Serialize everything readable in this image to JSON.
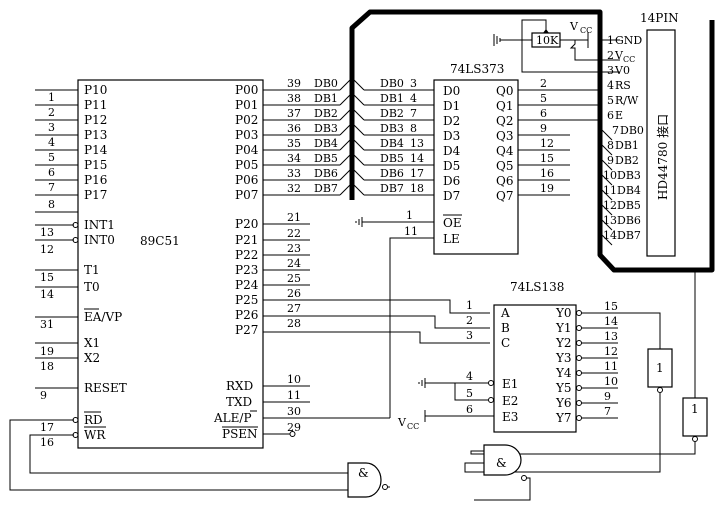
{
  "mcu": {
    "name": "89C51",
    "left_pins": [
      {
        "label": "P10",
        "num": ""
      },
      {
        "label": "P11",
        "num": "1"
      },
      {
        "label": "P12",
        "num": "2"
      },
      {
        "label": "P13",
        "num": "3"
      },
      {
        "label": "P14",
        "num": "4"
      },
      {
        "label": "P15",
        "num": "5"
      },
      {
        "label": "P16",
        "num": "6"
      },
      {
        "label": "P17",
        "num": "7"
      },
      {
        "label": "INT1",
        "num": "13"
      },
      {
        "label": "INT0",
        "num": "12"
      },
      {
        "label": "T1",
        "num": "15"
      },
      {
        "label": "T0",
        "num": "14"
      },
      {
        "label": "EA/VP",
        "num": "31"
      },
      {
        "label": "X1",
        "num": "19"
      },
      {
        "label": "X2",
        "num": "18"
      },
      {
        "label": "RESET",
        "num": "9"
      },
      {
        "label": "RD",
        "num": "17"
      },
      {
        "label": "WR",
        "num": "16"
      }
    ],
    "extra_left_nums": [
      "8"
    ],
    "right_port0": [
      {
        "label": "P00",
        "num": "39",
        "net": "DB0"
      },
      {
        "label": "P01",
        "num": "38",
        "net": "DB1"
      },
      {
        "label": "P02",
        "num": "37",
        "net": "DB2"
      },
      {
        "label": "P03",
        "num": "36",
        "net": "DB3"
      },
      {
        "label": "P04",
        "num": "35",
        "net": "DB4"
      },
      {
        "label": "P05",
        "num": "34",
        "net": "DB5"
      },
      {
        "label": "P06",
        "num": "33",
        "net": "DB6"
      },
      {
        "label": "P07",
        "num": "32",
        "net": "DB7"
      }
    ],
    "right_port2": [
      {
        "label": "P20",
        "num": "21"
      },
      {
        "label": "P21",
        "num": "22"
      },
      {
        "label": "P22",
        "num": "23"
      },
      {
        "label": "P23",
        "num": "24"
      },
      {
        "label": "P24",
        "num": "25"
      },
      {
        "label": "P25",
        "num": "26"
      },
      {
        "label": "P26",
        "num": "27"
      },
      {
        "label": "P27",
        "num": "28"
      }
    ],
    "right_misc": [
      {
        "label": "RXD",
        "num": "10"
      },
      {
        "label": "TXD",
        "num": "11"
      },
      {
        "label": "ALE/P",
        "num": "30"
      },
      {
        "label": "PSEN",
        "num": "29"
      }
    ]
  },
  "latch": {
    "name": "74LS373",
    "inputs": [
      {
        "net": "DB0",
        "num": "3",
        "label": "D0"
      },
      {
        "net": "DB1",
        "num": "4",
        "label": "D1"
      },
      {
        "net": "DB2",
        "num": "7",
        "label": "D2"
      },
      {
        "net": "DB3",
        "num": "8",
        "label": "D3"
      },
      {
        "net": "DB4",
        "num": "13",
        "label": "D4"
      },
      {
        "net": "DB5",
        "num": "14",
        "label": "D5"
      },
      {
        "net": "DB6",
        "num": "17",
        "label": "D6"
      },
      {
        "net": "DB7",
        "num": "18",
        "label": "D7"
      }
    ],
    "outputs": [
      {
        "label": "Q0",
        "num": "2"
      },
      {
        "label": "Q1",
        "num": "5"
      },
      {
        "label": "Q2",
        "num": "6"
      },
      {
        "label": "Q3",
        "num": "9"
      },
      {
        "label": "Q4",
        "num": "12"
      },
      {
        "label": "Q5",
        "num": "15"
      },
      {
        "label": "Q6",
        "num": "16"
      },
      {
        "label": "Q7",
        "num": "19"
      }
    ],
    "oe": {
      "label": "OE",
      "num": "1"
    },
    "le": {
      "label": "LE",
      "num": "11"
    }
  },
  "decoder": {
    "name": "74LS138",
    "inputs": [
      {
        "label": "A",
        "num": "1"
      },
      {
        "label": "B",
        "num": "2"
      },
      {
        "label": "C",
        "num": "3"
      }
    ],
    "enables": [
      {
        "label": "E1",
        "num": "4"
      },
      {
        "label": "E2",
        "num": "5"
      },
      {
        "label": "E3",
        "num": "6"
      }
    ],
    "outputs": [
      {
        "label": "Y0",
        "num": "15"
      },
      {
        "label": "Y1",
        "num": "14"
      },
      {
        "label": "Y2",
        "num": "13"
      },
      {
        "label": "Y3",
        "num": "12"
      },
      {
        "label": "Y4",
        "num": "11"
      },
      {
        "label": "Y5",
        "num": "10"
      },
      {
        "label": "Y6",
        "num": "9"
      },
      {
        "label": "Y7",
        "num": "7"
      }
    ],
    "vcc_label": "V",
    "vcc_sub": "CC"
  },
  "lcd": {
    "header": "14PIN",
    "name": "HD44780 接口",
    "pins": [
      {
        "num": "1",
        "label": "GND"
      },
      {
        "num": "2",
        "label": "V",
        "sub": "CC"
      },
      {
        "num": "3",
        "label": "V0"
      },
      {
        "num": "4",
        "label": "RS"
      },
      {
        "num": "5",
        "label": "R/W"
      },
      {
        "num": "6",
        "label": "E"
      },
      {
        "num": "7",
        "label": "DB0"
      },
      {
        "num": "8",
        "label": "DB1"
      },
      {
        "num": "9",
        "label": "DB2"
      },
      {
        "num": "10",
        "label": "DB3"
      },
      {
        "num": "11",
        "label": "DB4"
      },
      {
        "num": "12",
        "label": "DB5"
      },
      {
        "num": "13",
        "label": "DB6"
      },
      {
        "num": "14",
        "label": "DB7"
      }
    ]
  },
  "pot": {
    "label": "10K",
    "vcc_label": "V",
    "vcc_sub": "CC"
  },
  "gates": {
    "and_label": "&",
    "inv_label": "1"
  }
}
